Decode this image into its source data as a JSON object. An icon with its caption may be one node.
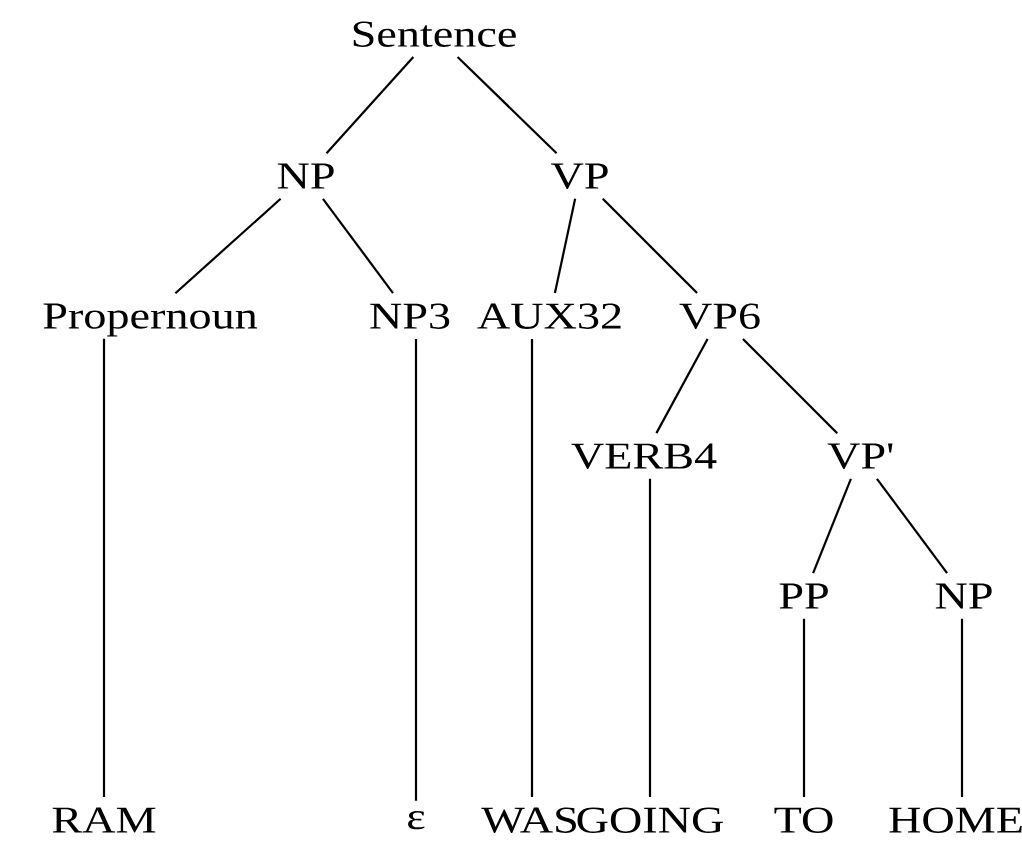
{
  "diagram": {
    "nodes": [
      {
        "text": [
          "Sentence"
        ]
      },
      {
        "text": [
          "NP"
        ]
      },
      {
        "text": [
          "VP"
        ]
      },
      {
        "text": [
          "Propernoun"
        ]
      },
      {
        "text": [
          "NP3"
        ]
      },
      {
        "text": [
          "AUX32"
        ]
      },
      {
        "text": [
          "VP6"
        ]
      },
      {
        "text": [
          "VERB4"
        ]
      },
      {
        "text": [
          "VP'"
        ]
      },
      {
        "text": [
          "PP"
        ]
      },
      {
        "text": [
          "NP"
        ]
      },
      {
        "text": [
          "RAM"
        ]
      },
      {
        "text": [
          "ε"
        ]
      },
      {
        "text": [
          "WAS"
        ]
      },
      {
        "text": [
          "GOING"
        ]
      },
      {
        "text": [
          "TO"
        ]
      },
      {
        "text": [
          "HOME"
        ]
      }
    ],
    "edges": [
      {
        "from": 0,
        "to": 1,
        "arrow": "none"
      },
      {
        "from": 0,
        "to": 2,
        "arrow": "none"
      },
      {
        "from": 1,
        "to": 3,
        "arrow": "none"
      },
      {
        "from": 1,
        "to": 4,
        "arrow": "none"
      },
      {
        "from": 2,
        "to": 5,
        "arrow": "none"
      },
      {
        "from": 2,
        "to": 6,
        "arrow": "none"
      },
      {
        "from": 6,
        "to": 7,
        "arrow": "none"
      },
      {
        "from": 6,
        "to": 8,
        "arrow": "none"
      },
      {
        "from": 8,
        "to": 9,
        "arrow": "none"
      },
      {
        "from": 8,
        "to": 10,
        "arrow": "none"
      },
      {
        "from": 3,
        "to": 11,
        "arrow": "none"
      },
      {
        "from": 4,
        "to": 12,
        "arrow": "none"
      },
      {
        "from": 5,
        "to": 13,
        "arrow": "none"
      },
      {
        "from": 7,
        "to": 14,
        "arrow": "none"
      },
      {
        "from": 9,
        "to": 15,
        "arrow": "none"
      },
      {
        "from": 10,
        "to": 16,
        "arrow": "none"
      }
    ]
  }
}
